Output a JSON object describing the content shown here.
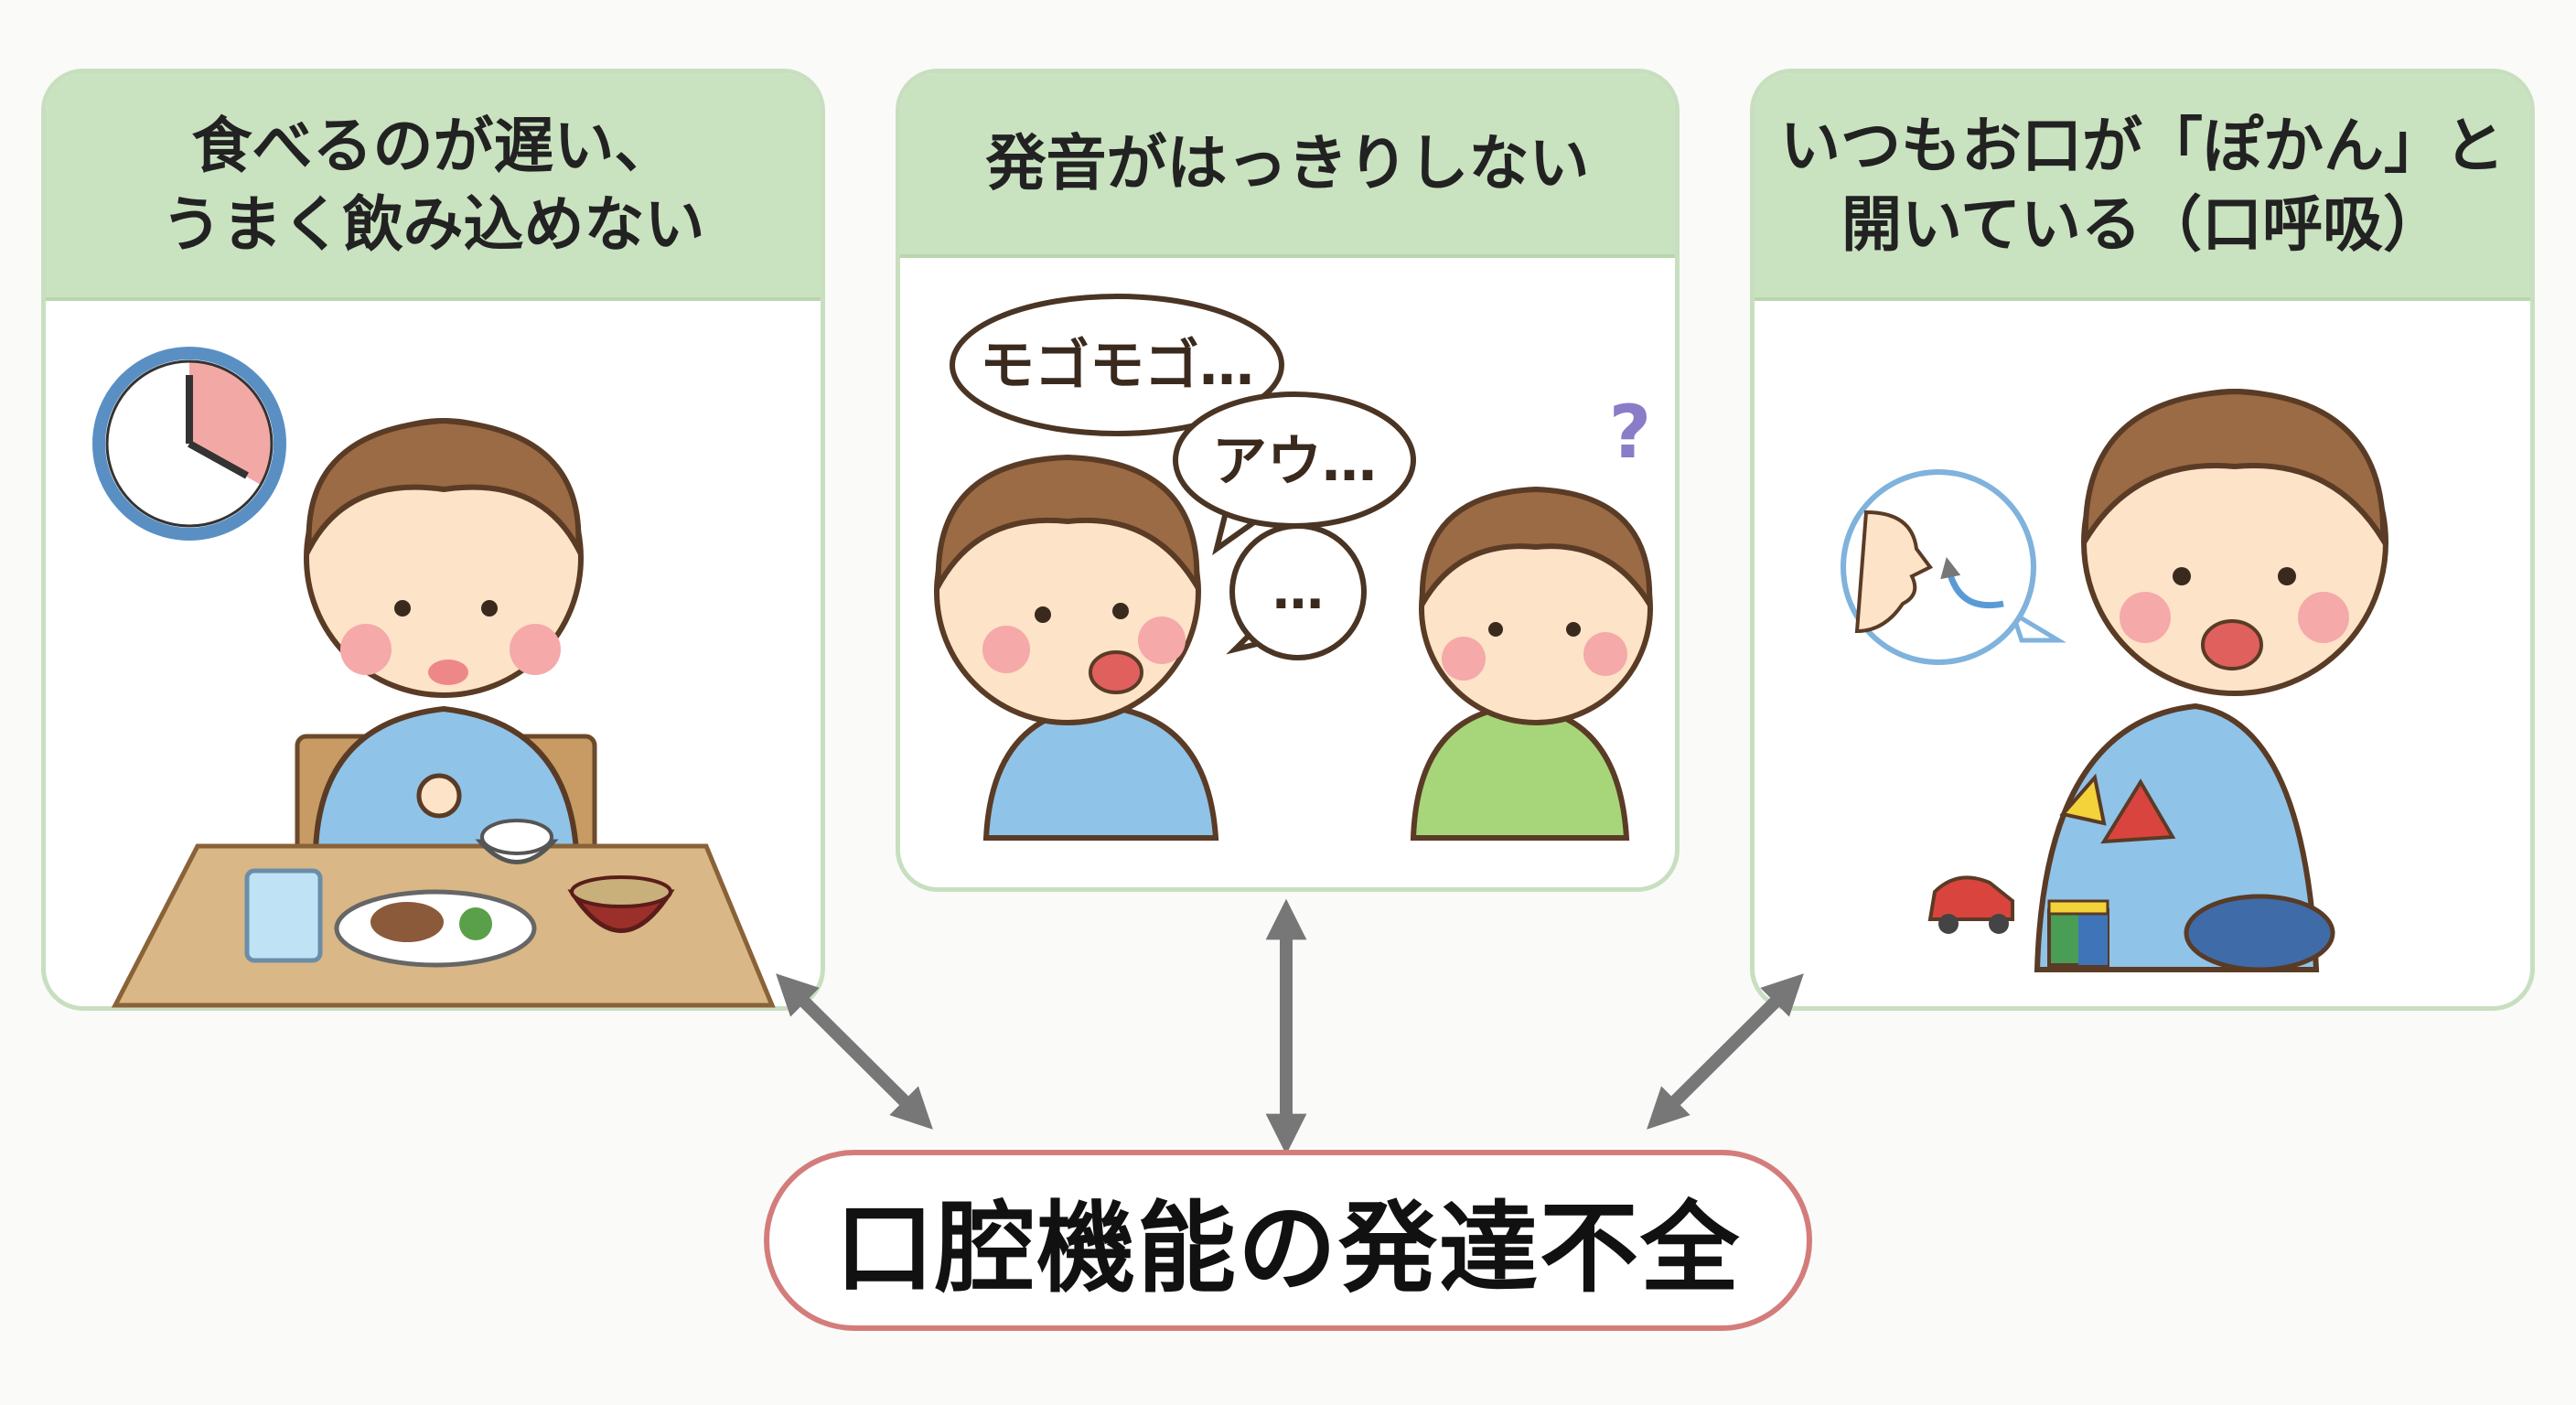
{
  "panels": [
    {
      "title": "食べるのが遅い、\nうまく飲み込めない"
    },
    {
      "title": "発音がはっきりしない",
      "bubbles": [
        "モゴモゴ…",
        "アウ…",
        "…"
      ],
      "question_mark": "?"
    },
    {
      "title": "いつもお口が「ぽかん」と\n開いている（口呼吸）"
    }
  ],
  "result": {
    "label": "口腔機能の発達不全"
  },
  "colors": {
    "header": "#c9e2c0",
    "border": "#c8dfbf",
    "result_border": "#d47c7c",
    "arrow": "#777777"
  }
}
